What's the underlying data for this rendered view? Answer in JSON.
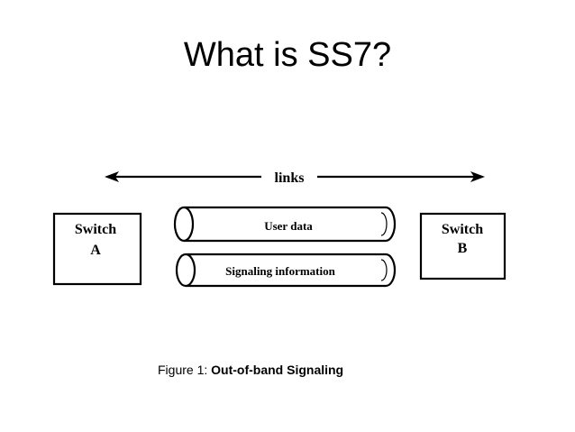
{
  "slide": {
    "title": "What is SS7?"
  },
  "diagram": {
    "links_label": "links",
    "switch_a": {
      "line1": "Switch",
      "line2": "A"
    },
    "switch_b": {
      "line1": "Switch",
      "line2": "B"
    },
    "pipes": [
      {
        "label": "User data"
      },
      {
        "label": "Signaling information"
      }
    ]
  },
  "caption": {
    "prefix": "Figure 1: ",
    "title": "Out-of-band Signaling"
  }
}
